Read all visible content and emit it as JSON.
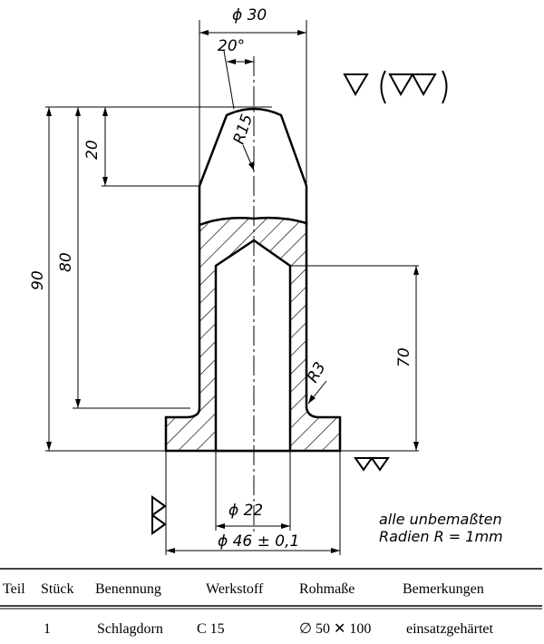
{
  "drawing": {
    "dimensions": {
      "top_diameter": "ϕ 30",
      "angle": "20°",
      "radius_tip": "R15",
      "radius_fillet": "R3",
      "height_cone": "20",
      "height_total": "90",
      "height_to_shoulder": "80",
      "bore_depth": "70",
      "bore_diameter": "ϕ 22",
      "base_diameter": "ϕ 46 ± 0,1"
    },
    "note_line1": "alle unbemaßten",
    "note_line2": "Radien R = 1mm"
  },
  "table": {
    "headers": [
      "Teil",
      "Stück",
      "Benennung",
      "Werkstoff",
      "Rohmaße",
      "Bemerkungen"
    ],
    "row": {
      "teil": "1",
      "benennung": "Schlagdorn",
      "werkstoff": "C 15",
      "rohmasse": "∅ 50 ✕ 100",
      "bemerkungen": "einsatzgehärtet"
    }
  }
}
